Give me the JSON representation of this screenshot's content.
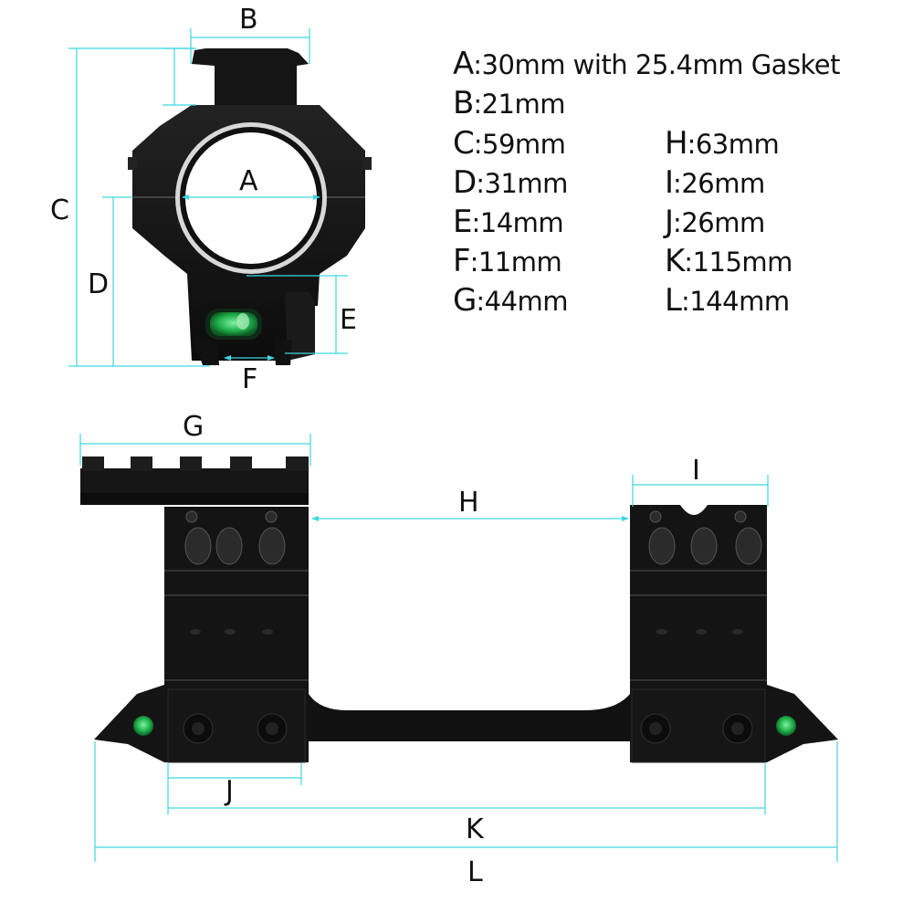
{
  "specs": {
    "left": [
      {
        "key": "A",
        "value": "30mm with 25.4mm Gasket"
      },
      {
        "key": "B",
        "value": "21mm"
      },
      {
        "key": "C",
        "value": "59mm"
      },
      {
        "key": "D",
        "value": "31mm"
      },
      {
        "key": "E",
        "value": "14mm"
      },
      {
        "key": "F",
        "value": "11mm"
      },
      {
        "key": "G",
        "value": "44mm"
      }
    ],
    "right": [
      {
        "key": "H",
        "value": "63mm"
      },
      {
        "key": "I",
        "value": "26mm"
      },
      {
        "key": "J",
        "value": "26mm"
      },
      {
        "key": "K",
        "value": "115mm"
      },
      {
        "key": "L",
        "value": "144mm"
      }
    ]
  },
  "diagram_labels": {
    "A": "A",
    "B": "B",
    "C": "C",
    "D": "D",
    "E": "E",
    "F": "F",
    "G": "G",
    "H": "H",
    "I": "I",
    "J": "J",
    "K": "K",
    "L": "L"
  },
  "colors": {
    "dimension_line": "#3fd6e0",
    "metal": "#141414",
    "bubble_level": "#1fb04a"
  }
}
